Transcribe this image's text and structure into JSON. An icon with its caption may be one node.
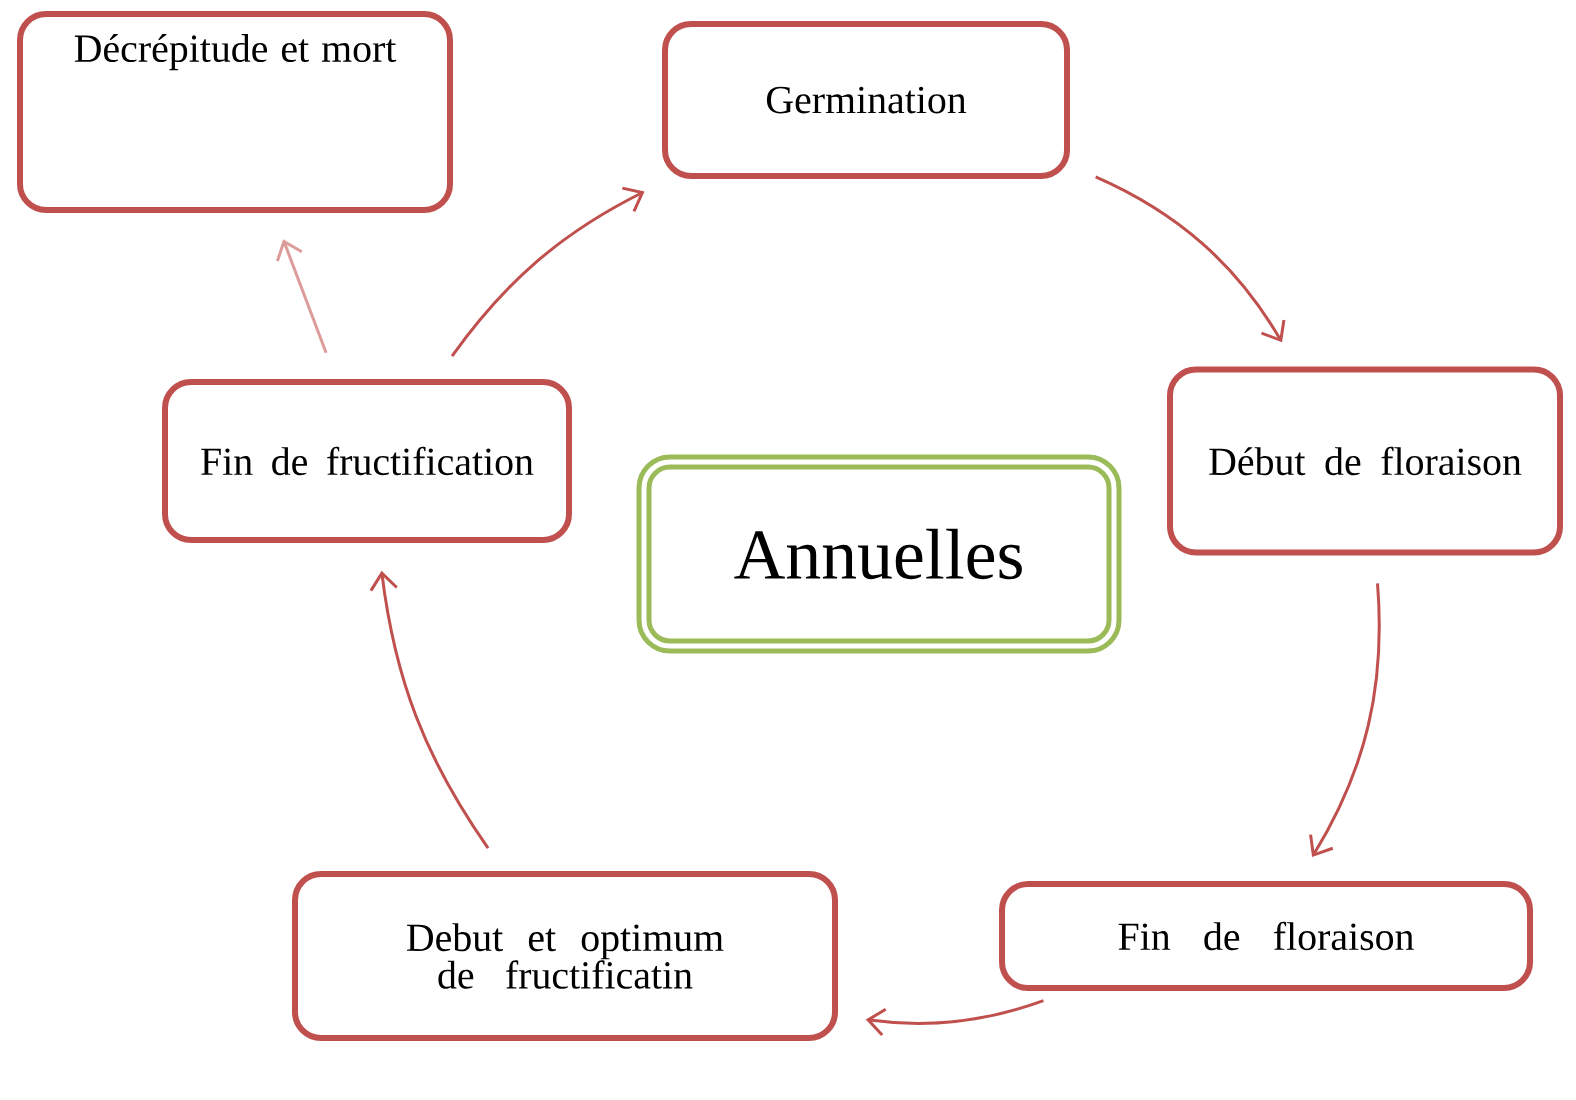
{
  "diagram": {
    "nodes": [
      {
        "text": [
          "Décrépitude et mort"
        ]
      },
      {
        "text": [
          "Germination"
        ]
      },
      {
        "text": [
          "Fin de fructification"
        ]
      },
      {
        "text": [
          "Annuelles"
        ]
      },
      {
        "text": [
          "Début de floraison"
        ]
      },
      {
        "text": [
          "Debut et optimum de fructificatin"
        ]
      },
      {
        "text": [
          "Fin de floraison"
        ]
      }
    ],
    "edges": [
      {
        "from": 1,
        "to": 4,
        "arrow": "to"
      },
      {
        "from": 4,
        "to": 6,
        "arrow": "to"
      },
      {
        "from": 6,
        "to": 5,
        "arrow": "to"
      },
      {
        "from": 5,
        "to": 2,
        "arrow": "to"
      },
      {
        "from": 2,
        "to": 1,
        "arrow": "to"
      },
      {
        "from": 2,
        "to": 0,
        "arrow": "to",
        "color": "#dc9c9a"
      }
    ]
  }
}
